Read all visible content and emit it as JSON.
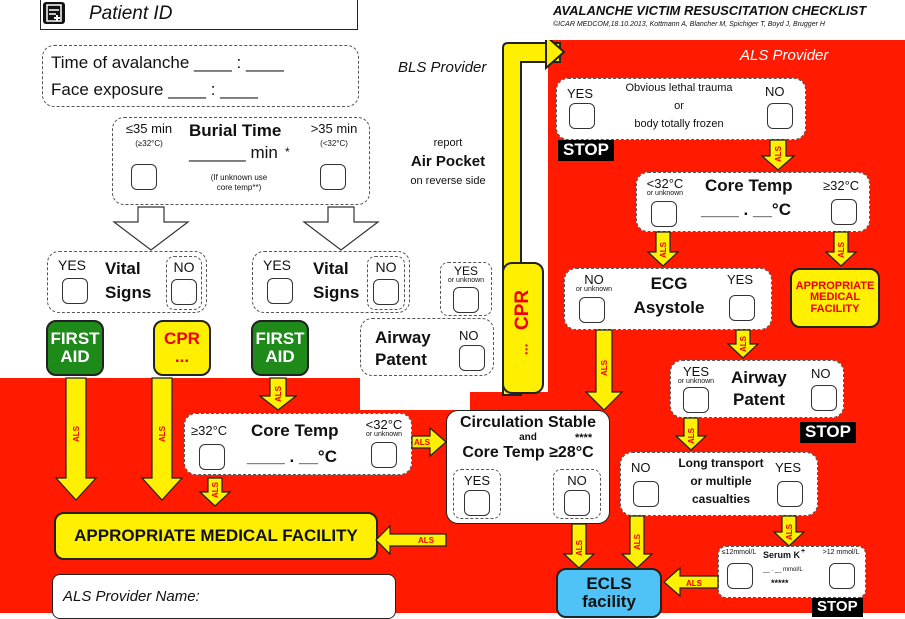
{
  "header": {
    "patient_id": "Patient ID",
    "title": "AVALANCHE VICTIM RESUSCITATION CHECKLIST",
    "credit": "©ICAR MEDCOM,18.10.2013, Kottmann A, Blancher M, Spichiger T, Boyd J, Brugger H"
  },
  "time_box": {
    "avalanche": "Time of avalanche ____ : ____",
    "face": "Face exposure         ____ : ____"
  },
  "labels": {
    "bls": "BLS Provider",
    "als": "ALS Provider",
    "report": "report",
    "air_pocket": "Air Pocket",
    "reverse": "on reverse side"
  },
  "burial": {
    "left_min": "≤35 min",
    "left_sub": "(≥32°C)",
    "title": "Burial Time",
    "blank": "______ min",
    "star": "*",
    "note1": "(If unknown use",
    "note2": "core temp**)",
    "right_min": ">35 min",
    "right_sub": "(<32°C)"
  },
  "vital": {
    "yes": "YES",
    "no": "NO",
    "line1": "Vital",
    "line2": "Signs"
  },
  "airway_bls": {
    "yes": "YES",
    "unknown": "or unknown",
    "line1": "Airway",
    "line2": "Patent",
    "no": "NO"
  },
  "actions": {
    "first": "FIRST",
    "aid": "AID",
    "cpr": "CPR",
    "dots": "...",
    "als": "ALS",
    "appropriate_facility": "APPROPRIATE MEDICAL FACILITY",
    "appropriate": "APPROPRIATE",
    "medical": "MEDICAL",
    "facility": "FACILITY",
    "stop": "STOP",
    "ecls": "ECLS",
    "ecls_facility": "facility"
  },
  "core_temp_bls": {
    "left": "≥32°C",
    "title": "Core Temp",
    "right": "<32°C",
    "right_sub": "or unknown",
    "blank": "____ . __°C"
  },
  "circulation": {
    "line1": "Circulation Stable",
    "and": "and",
    "stars": "****",
    "line2": "Core Temp ≥28°C",
    "yes": "YES",
    "no": "NO"
  },
  "als_provider_name": "ALS Provider Name:",
  "trauma": {
    "yes": "YES",
    "text1": "Obvious lethal trauma",
    "text2": "or",
    "text3": "body totally frozen",
    "no": "NO"
  },
  "core_temp_als": {
    "left": "<32°C",
    "left_sub": "or unknown",
    "title": "Core Temp",
    "right": "≥32°C",
    "blank": "____ . __°C"
  },
  "ecg": {
    "no": "NO",
    "no_sub": "or unknown",
    "line1": "ECG",
    "line2": "Asystole",
    "yes": "YES"
  },
  "airway_als": {
    "yes": "YES",
    "yes_sub": "or unknown",
    "line1": "Airway",
    "line2": "Patent",
    "no": "NO"
  },
  "transport": {
    "no": "NO",
    "line1": "Long transport",
    "line2": "or multiple",
    "line3": "casualties",
    "yes": "YES"
  },
  "serum": {
    "left": "≤12mmol/L",
    "title": "Serum K",
    "sup": "+",
    "right": ">12 mmol/L",
    "blank": "__ . __ mmol/L",
    "stars": "*****"
  },
  "colors": {
    "red": "#ff1a00",
    "yellow": "#ffef00",
    "green": "#1e8a1a",
    "blue": "#4fc3f7"
  }
}
